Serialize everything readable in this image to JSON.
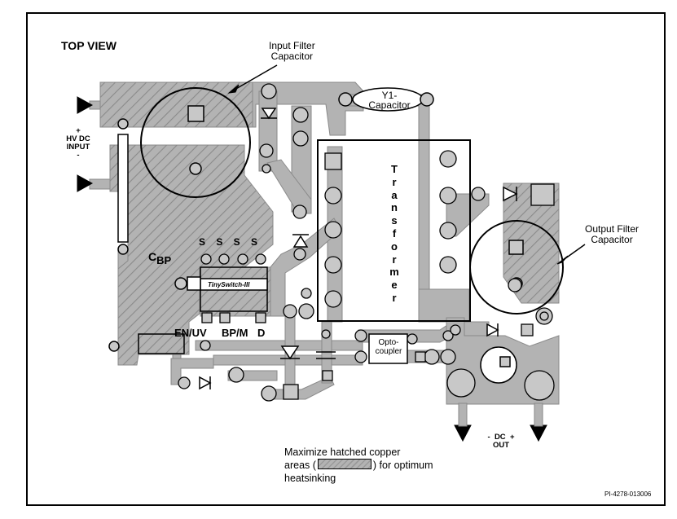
{
  "title": "TOP VIEW",
  "labels": {
    "input_filter_capacitor": [
      "Input Filter",
      "Capacitor"
    ],
    "y1_capacitor": [
      "Y1-",
      "Capacitor"
    ],
    "hv_dc_input": [
      "+",
      "HV DC",
      "INPUT",
      "-"
    ],
    "transformer": [
      "T",
      "r",
      "a",
      "n",
      "s",
      "f",
      "o",
      "r",
      "m",
      "e",
      "r"
    ],
    "output_filter_capacitor": [
      "Output Filter",
      "Capacitor"
    ],
    "cbp_main": "C",
    "cbp_sub": "BP",
    "source_pins": "S S S S",
    "ic_name": "TinySwitch-III",
    "pin_en_uv": "EN/UV",
    "pin_bp_m": "BP/M",
    "pin_d": "D",
    "optocoupler": [
      "Opto-",
      "coupler"
    ],
    "dc_out": [
      "-  DC  +",
      "OUT"
    ],
    "note_line1": "Maximize hatched copper",
    "note_line2_before": "areas (",
    "note_line2_after": ") for optimum",
    "note_line3": "heatsinking",
    "figure_id": "PI-4278-013006"
  },
  "colors": {
    "copper": "#b3b3b3",
    "hatch_line": "#8a8a8a",
    "outline": "#000000",
    "background": "#ffffff"
  }
}
